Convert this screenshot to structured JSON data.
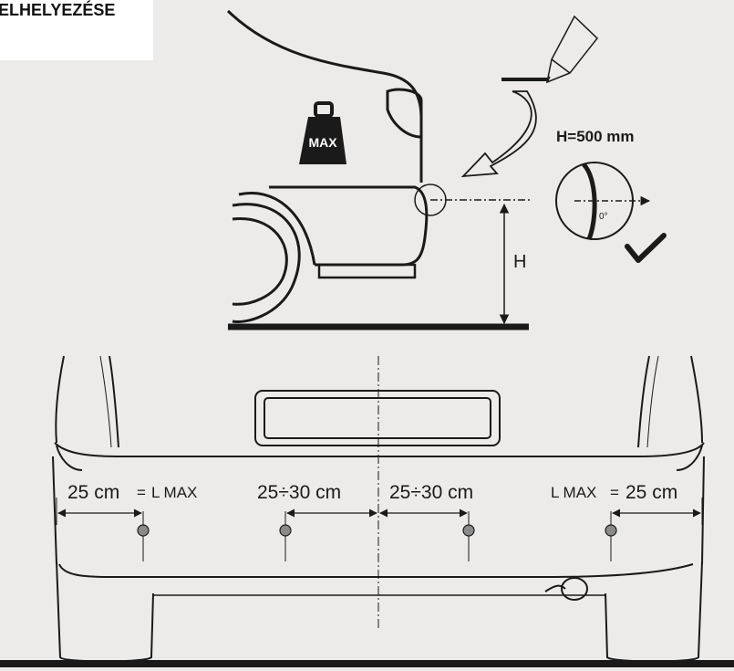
{
  "title": "ELHELYEZÉSE",
  "top_view": {
    "weight_label": "MAX",
    "height_spec": "H=500 mm",
    "height_label": "H",
    "angle_label": "0°"
  },
  "rear_view": {
    "left_outer": {
      "value": "25 cm",
      "eq": "=",
      "label": "L MAX"
    },
    "left_inner": "25÷30 cm",
    "right_inner": "25÷30 cm",
    "right_outer": {
      "label": "L MAX",
      "eq": "=",
      "value": "25 cm"
    }
  },
  "icons": [
    "pencil-icon",
    "curved-arrow-icon",
    "weight-icon",
    "checkmark-icon",
    "sensor-icon"
  ],
  "colors": {
    "paper": "#ecebea",
    "ink": "#1a1a1a",
    "sensor": "#8a8a8a"
  }
}
